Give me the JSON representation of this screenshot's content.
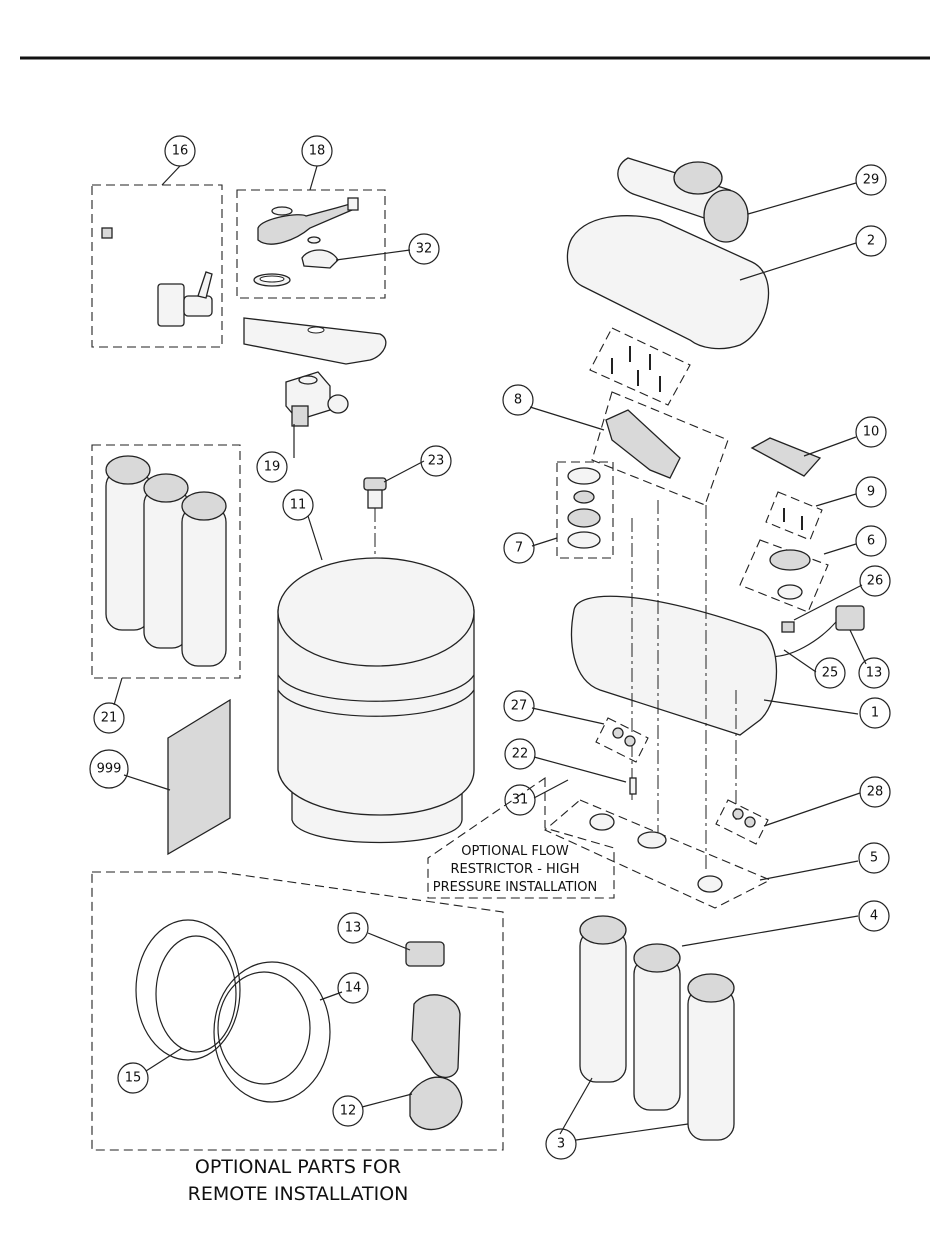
{
  "callouts": [
    {
      "label": "16"
    },
    {
      "label": "18"
    },
    {
      "label": "32"
    },
    {
      "label": "29"
    },
    {
      "label": "2"
    },
    {
      "label": "8"
    },
    {
      "label": "10"
    },
    {
      "label": "19"
    },
    {
      "label": "23"
    },
    {
      "label": "11"
    },
    {
      "label": "9"
    },
    {
      "label": "7"
    },
    {
      "label": "6"
    },
    {
      "label": "26"
    },
    {
      "label": "25"
    },
    {
      "label": "13"
    },
    {
      "label": "1"
    },
    {
      "label": "21"
    },
    {
      "label": "27"
    },
    {
      "label": "22"
    },
    {
      "label": "31"
    },
    {
      "label": "999"
    },
    {
      "label": "28"
    },
    {
      "label": "5"
    },
    {
      "label": "4"
    },
    {
      "label": "13"
    },
    {
      "label": "14"
    },
    {
      "label": "15"
    },
    {
      "label": "12"
    },
    {
      "label": "3"
    }
  ],
  "flow_restrictor_note": [
    "OPTIONAL FLOW",
    "RESTRICTOR - HIGH",
    "PRESSURE INSTALLATION"
  ],
  "remote_caption": [
    "OPTIONAL PARTS FOR",
    "REMOTE INSTALLATION"
  ]
}
